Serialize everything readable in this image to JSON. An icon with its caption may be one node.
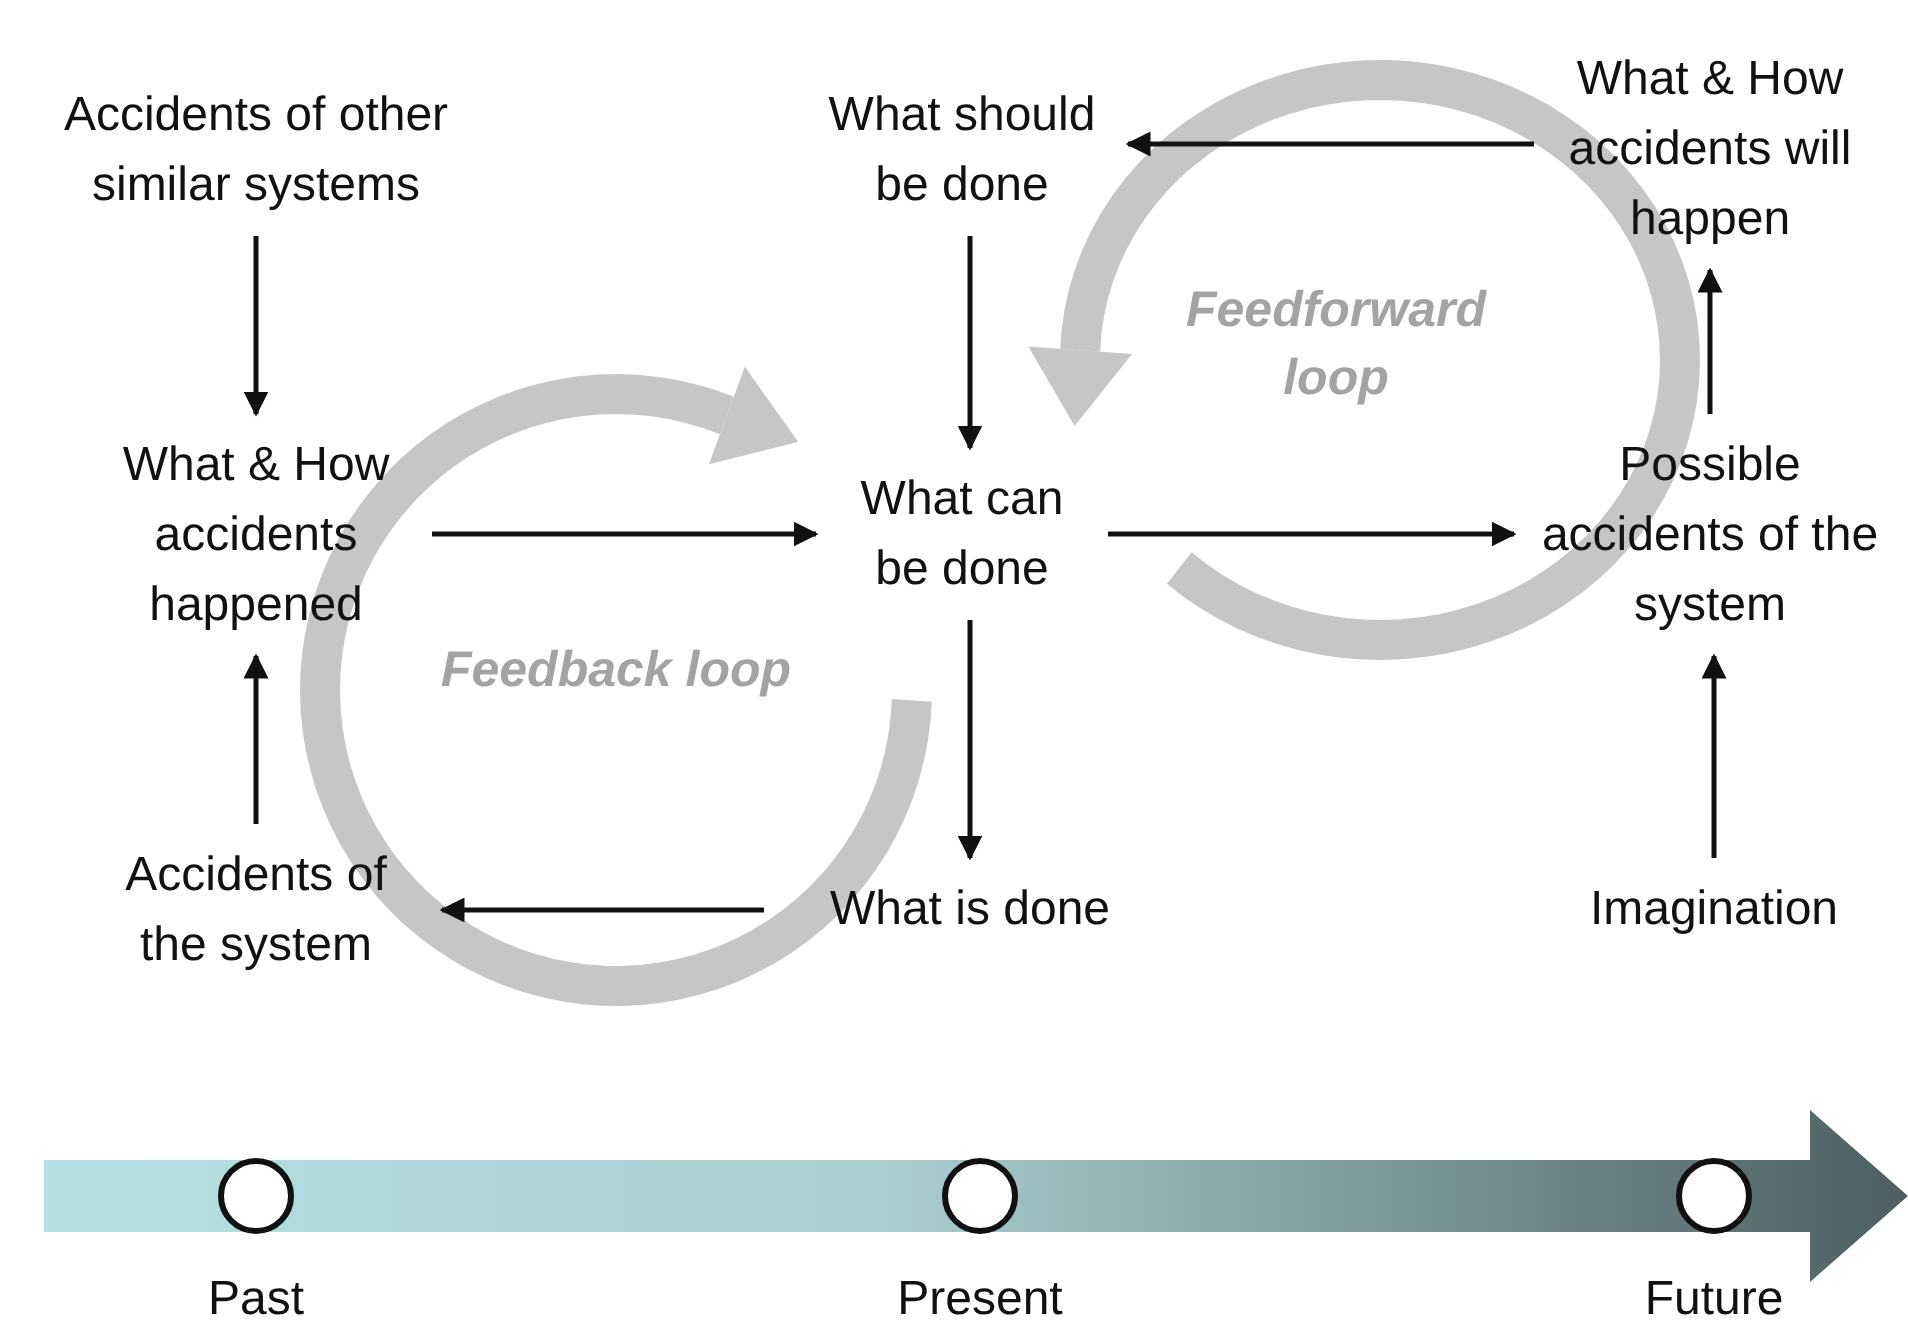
{
  "diagram": {
    "nodes": [
      {
        "text": [
          "Accidents of other similar systems"
        ]
      },
      {
        "text": [
          "What & How accidents happened"
        ]
      },
      {
        "text": [
          "Accidents of the system"
        ]
      },
      {
        "text": [
          "What should be done"
        ]
      },
      {
        "text": [
          "What can be done"
        ]
      },
      {
        "text": [
          "What is done"
        ]
      },
      {
        "text": [
          "What & How accidents will happen"
        ]
      },
      {
        "text": [
          "Possible accidents of the system"
        ]
      },
      {
        "text": [
          "Imagination"
        ]
      },
      {
        "text": [],
        "shape": "circle",
        "beside": [
          "Past"
        ]
      },
      {
        "text": [],
        "shape": "circle",
        "beside": [
          "Present"
        ]
      },
      {
        "text": [],
        "shape": "circle",
        "beside": [
          "Future"
        ]
      }
    ],
    "edges": [
      {
        "from": 0,
        "to": 1,
        "arrow": "to"
      },
      {
        "from": 2,
        "to": 1,
        "arrow": "to"
      },
      {
        "from": 1,
        "to": 4,
        "arrow": "to"
      },
      {
        "from": 3,
        "to": 4,
        "arrow": "to"
      },
      {
        "from": 4,
        "to": 5,
        "arrow": "to"
      },
      {
        "from": 5,
        "to": 2,
        "arrow": "to"
      },
      {
        "from": 4,
        "to": 7,
        "arrow": "to"
      },
      {
        "from": 8,
        "to": 7,
        "arrow": "to"
      },
      {
        "from": 7,
        "to": 6,
        "arrow": "to"
      },
      {
        "from": 6,
        "to": 3,
        "arrow": "to"
      }
    ],
    "labels": [
      "Feedforward loop",
      "Feedback loop"
    ]
  }
}
